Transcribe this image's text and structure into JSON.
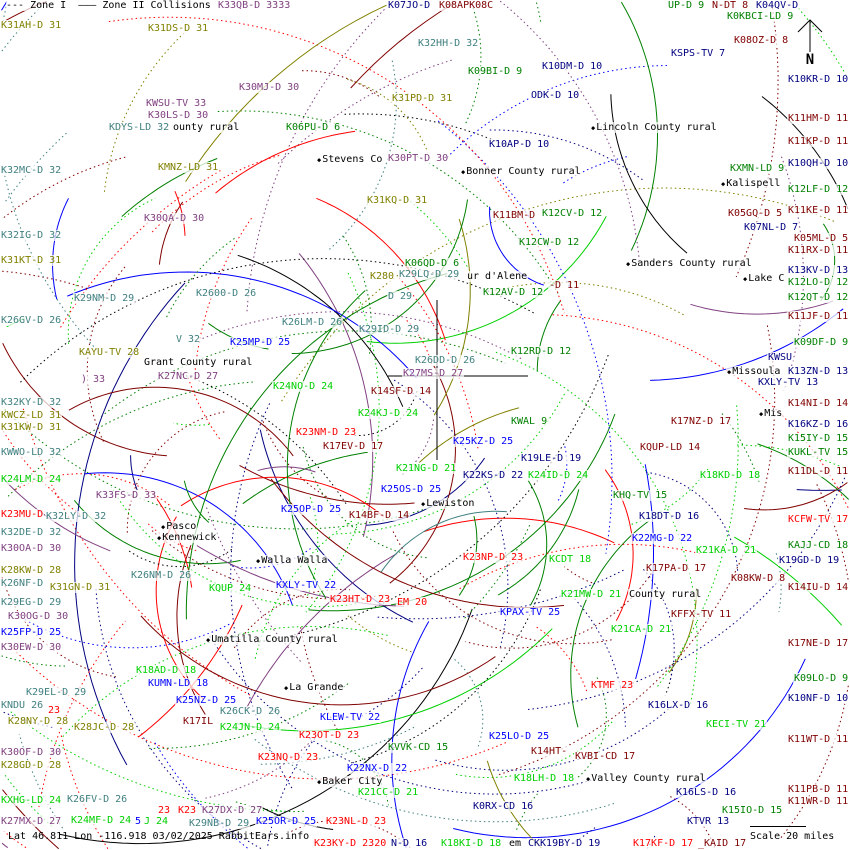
{
  "legend": {
    "zone1": "--- Zone I",
    "zone2": "——— Zone II",
    "collisions": "Collisions"
  },
  "status": {
    "lat_label": "Lat",
    "lat": "46.811",
    "lon_label": "Lon",
    "lon": "-116.918",
    "date": "03/02/2025",
    "site": "RabbitEars.info"
  },
  "scale": {
    "label": "Scale 20 miles"
  },
  "north": {
    "label": "N",
    "icon": "north-arrow-icon"
  },
  "palette": {
    "dr": "#800000",
    "r": "#ff0000",
    "b": "#0000ff",
    "n": "#000080",
    "g": "#008000",
    "l": "#00d000",
    "o": "#808000",
    "t": "#408080",
    "p": "#804080",
    "k": "#000000"
  },
  "labels": [
    {
      "t": "K31AH-D 31",
      "c": "o"
    },
    {
      "t": "K31DS-D 31",
      "c": "o"
    },
    {
      "t": "K33QB-D 3333",
      "c": "p"
    },
    {
      "t": "K07JO-D",
      "c": "n"
    },
    {
      "t": "K08APK08C",
      "c": "dr"
    },
    {
      "t": "UP-D 9",
      "c": "g"
    },
    {
      "t": "N-DT 8",
      "c": "dr"
    },
    {
      "t": "K04QV-D",
      "c": "n"
    },
    {
      "t": "K0KBCI-LD 9",
      "c": "g"
    },
    {
      "t": "K32HH-D 32",
      "c": "t"
    },
    {
      "t": "K08OZ-D 8",
      "c": "dr"
    },
    {
      "t": "KSPS-TV 7",
      "c": "n"
    },
    {
      "t": "K10KR-D 10",
      "c": "n"
    },
    {
      "t": "K09BI-D 9",
      "c": "g"
    },
    {
      "t": "K10DM-D 10",
      "c": "n"
    },
    {
      "t": "ODK-D 10",
      "c": "n"
    },
    {
      "t": "K30MJ-D 30",
      "c": "p"
    },
    {
      "t": "KWSU-TV 33",
      "c": "p"
    },
    {
      "t": "K30LS-D 30",
      "c": "p"
    },
    {
      "t": "KDYS-LD 32",
      "c": "t"
    },
    {
      "t": "ounty rural",
      "c": "k"
    },
    {
      "t": "K31PD-D 31",
      "c": "o"
    },
    {
      "t": "K06PU-D 6",
      "c": "g"
    },
    {
      "t": "K11HM-D 11",
      "c": "dr"
    },
    {
      "t": "Lincoln County rural",
      "c": "k",
      "place": true
    },
    {
      "t": "K10AP-D 10",
      "c": "n"
    },
    {
      "t": "K11KP-D 11",
      "c": "dr"
    },
    {
      "t": "Stevens Co",
      "c": "k",
      "place": true
    },
    {
      "t": "K30PT-D 30",
      "c": "p"
    },
    {
      "t": "K32MC-D 32",
      "c": "t"
    },
    {
      "t": "KMNZ-LD 31",
      "c": "o"
    },
    {
      "t": "Bonner County rural",
      "c": "k",
      "place": true
    },
    {
      "t": "K10QH-D 10",
      "c": "n"
    },
    {
      "t": "KXMN-LD 9",
      "c": "g"
    },
    {
      "t": "Kalispell",
      "c": "k",
      "place": true
    },
    {
      "t": "K12LF-D 12",
      "c": "g"
    },
    {
      "t": "K31KQ-D 31",
      "c": "o"
    },
    {
      "t": "K05GQ-D 5",
      "c": "dr"
    },
    {
      "t": "K11KE-D 11",
      "c": "dr"
    },
    {
      "t": "K30QA-D 30",
      "c": "p"
    },
    {
      "t": "K11BM-D",
      "c": "dr"
    },
    {
      "t": "K12CV-D 12",
      "c": "g"
    },
    {
      "t": "K07NL-D 7",
      "c": "n"
    },
    {
      "t": "K05ML-D 5",
      "c": "dr"
    },
    {
      "t": "K32IG-D 32",
      "c": "t"
    },
    {
      "t": "K12CW-D 12",
      "c": "g"
    },
    {
      "t": "K11RX-D 11",
      "c": "dr"
    },
    {
      "t": "K31KT-D 31",
      "c": "o"
    },
    {
      "t": "K06QD-D 6",
      "c": "g"
    },
    {
      "t": "Sanders County rural",
      "c": "k",
      "place": true
    },
    {
      "t": "K13KV-D 13",
      "c": "n"
    },
    {
      "t": "K29LQ-D 29",
      "c": "t"
    },
    {
      "t": "K280",
      "c": "o"
    },
    {
      "t": "ur d'Alene",
      "c": "k"
    },
    {
      "t": "-D 11",
      "c": "dr"
    },
    {
      "t": "K12LO-D 12",
      "c": "g"
    },
    {
      "t": "Lake C",
      "c": "k",
      "place": true
    },
    {
      "t": "K12AV-D 12",
      "c": "g"
    },
    {
      "t": "K12QT-D 12",
      "c": "g"
    },
    {
      "t": "K29NM-D 29",
      "c": "t"
    },
    {
      "t": "K2600-D 26",
      "c": "t"
    },
    {
      "t": "D 29",
      "c": "t"
    },
    {
      "t": "K26GV-D 26",
      "c": "t"
    },
    {
      "t": "K26LM-D 26",
      "c": "t"
    },
    {
      "t": "K29ID-D 29",
      "c": "t"
    },
    {
      "t": "K11JF-D 11",
      "c": "dr"
    },
    {
      "t": "K09DF-D 9",
      "c": "g"
    },
    {
      "t": "V 32",
      "c": "t"
    },
    {
      "t": "K25MP-D 25",
      "c": "b"
    },
    {
      "t": "K12RD-D 12",
      "c": "g"
    },
    {
      "t": "KAYU-TV 28",
      "c": "o"
    },
    {
      "t": "Grant County rural",
      "c": "k"
    },
    {
      "t": "K26DD-D 26",
      "c": "t"
    },
    {
      "t": "KWSU",
      "c": "n"
    },
    {
      "t": "K13ZN-D 13",
      "c": "n"
    },
    {
      "t": "K27NC-D 27",
      "c": "p"
    },
    {
      "t": "K27MS-D 27",
      "c": "p"
    },
    {
      "t": "KXLY-TV 13",
      "c": "n"
    },
    {
      "t": ") 33",
      "c": "p"
    },
    {
      "t": "Missoula",
      "c": "k",
      "place": true
    },
    {
      "t": "K14NI-D 14",
      "c": "dr"
    },
    {
      "t": "K24NO-D 24",
      "c": "l"
    },
    {
      "t": "K14SF-D 14",
      "c": "dr"
    },
    {
      "t": "K32KY-D 32",
      "c": "t"
    },
    {
      "t": "KWAL 9",
      "c": "g"
    },
    {
      "t": "Mis",
      "c": "k",
      "place": true
    },
    {
      "t": "K16KZ-D 16",
      "c": "n"
    },
    {
      "t": "KWCZ-LD 31",
      "c": "o"
    },
    {
      "t": "K24KJ-D 24",
      "c": "l"
    },
    {
      "t": "K17NZ-D 17",
      "c": "dr"
    },
    {
      "t": "K31KW-D 31",
      "c": "o"
    },
    {
      "t": "K15IY-D 15",
      "c": "g"
    },
    {
      "t": "K23NM-D 23",
      "c": "r"
    },
    {
      "t": "K25KZ-D 25",
      "c": "b"
    },
    {
      "t": "KUKL-TV 15",
      "c": "g"
    },
    {
      "t": "K17EV-D 17",
      "c": "dr"
    },
    {
      "t": "KQUP-LD 14",
      "c": "dr"
    },
    {
      "t": "KWWO-LD 32",
      "c": "t"
    },
    {
      "t": "K19LE-D 19",
      "c": "n"
    },
    {
      "t": "K24LM-D 24",
      "c": "l"
    },
    {
      "t": "K21NG-D 21",
      "c": "l"
    },
    {
      "t": "K22KS-D 22",
      "c": "n"
    },
    {
      "t": "K24ID-D 24",
      "c": "l"
    },
    {
      "t": "K11DL-D 11",
      "c": "dr"
    },
    {
      "t": "K18KD-D 18",
      "c": "l"
    },
    {
      "t": "K33FS-D 33",
      "c": "p"
    },
    {
      "t": "K25OS-D 25",
      "c": "b"
    },
    {
      "t": "KHQ-TV 15",
      "c": "g"
    },
    {
      "t": "Lewiston",
      "c": "k",
      "place": true
    },
    {
      "t": "K18DT-D 16",
      "c": "n"
    },
    {
      "t": "K25OP-D 25",
      "c": "b"
    },
    {
      "t": "K14BF-D 14",
      "c": "dr"
    },
    {
      "t": "K23MU-D",
      "c": "r"
    },
    {
      "t": "K32LY-D 32",
      "c": "t"
    },
    {
      "t": "KCFW-TV 17",
      "c": "r"
    },
    {
      "t": "Pasco",
      "c": "k",
      "place": true
    },
    {
      "t": "Kennewick",
      "c": "k",
      "place": true
    },
    {
      "t": "K32DE-D 32",
      "c": "t"
    },
    {
      "t": "K22MG-D 22",
      "c": "b"
    },
    {
      "t": "K30OA-D 30",
      "c": "p"
    },
    {
      "t": "KAJJ-CD 18",
      "c": "g"
    },
    {
      "t": "K21KA-D 21",
      "c": "l"
    },
    {
      "t": "K23NP-D 23",
      "c": "r"
    },
    {
      "t": "KCDT 18",
      "c": "l"
    },
    {
      "t": "Walla Walla",
      "c": "k",
      "place": true
    },
    {
      "t": "K19GD-D 19",
      "c": "n"
    },
    {
      "t": "K28KW-D 28",
      "c": "o"
    },
    {
      "t": "K17PA-D 17",
      "c": "dr"
    },
    {
      "t": "K26NF-D",
      "c": "t"
    },
    {
      "t": "K31GN-D 31",
      "c": "o"
    },
    {
      "t": "K26NM-D 26",
      "c": "t"
    },
    {
      "t": "K08KW-D 8",
      "c": "dr"
    },
    {
      "t": "KXLY-TV 22",
      "c": "b"
    },
    {
      "t": "KQUP 24",
      "c": "l"
    },
    {
      "t": "K14IU-D 14",
      "c": "dr"
    },
    {
      "t": "K29EG-D 29",
      "c": "t"
    },
    {
      "t": "K23HT-D 23",
      "c": "r"
    },
    {
      "t": "EM 20",
      "c": "r"
    },
    {
      "t": "K21MW-D 21",
      "c": "l"
    },
    {
      "t": "County rural",
      "c": "k"
    },
    {
      "t": "K30OG-D 30",
      "c": "p"
    },
    {
      "t": "KPAX-TV 25",
      "c": "b"
    },
    {
      "t": "KFFX-TV 11",
      "c": "dr"
    },
    {
      "t": "K25FP-D 25",
      "c": "b"
    },
    {
      "t": "K21CA-D 21",
      "c": "l"
    },
    {
      "t": "Umatilla County rural",
      "c": "k",
      "place": true
    },
    {
      "t": "K30EW-D 30",
      "c": "p"
    },
    {
      "t": "K17NE-D 17",
      "c": "dr"
    },
    {
      "t": "K18AD-D 18",
      "c": "l"
    },
    {
      "t": "KUMN-LD 18",
      "c": "b"
    },
    {
      "t": "K09LO-D 9",
      "c": "g"
    },
    {
      "t": "KTMF 23",
      "c": "r"
    },
    {
      "t": "K25NZ-D 25",
      "c": "b"
    },
    {
      "t": "La Grande",
      "c": "k",
      "place": true
    },
    {
      "t": "K29EL-D 29",
      "c": "t"
    },
    {
      "t": "K10NF-D 10",
      "c": "n"
    },
    {
      "t": "KNDU 26",
      "c": "t"
    },
    {
      "t": "23",
      "c": "r"
    },
    {
      "t": "K16LX-D 16",
      "c": "n"
    },
    {
      "t": "K17IL",
      "c": "dr"
    },
    {
      "t": "K26CK-D 26",
      "c": "t"
    },
    {
      "t": "KLEW-TV 22",
      "c": "b"
    },
    {
      "t": "K28NY-D 28",
      "c": "o"
    },
    {
      "t": "K28JC-D 28",
      "c": "o"
    },
    {
      "t": "K24JN-D 24",
      "c": "l"
    },
    {
      "t": "KECI-TV 21",
      "c": "l"
    },
    {
      "t": "K23OT-D 23",
      "c": "r"
    },
    {
      "t": "KVVK-CD 15",
      "c": "g"
    },
    {
      "t": "K25LO-D 25",
      "c": "b"
    },
    {
      "t": "K11WT-D 11",
      "c": "dr"
    },
    {
      "t": "K14HT-",
      "c": "dr"
    },
    {
      "t": "KVBI-CD 17",
      "c": "dr"
    },
    {
      "t": "K30OF-D 30",
      "c": "p"
    },
    {
      "t": "K23NQ-D 23",
      "c": "r"
    },
    {
      "t": "K22NX-D 22",
      "c": "b"
    },
    {
      "t": "K28GD-D 28",
      "c": "o"
    },
    {
      "t": "K18LH-D 18",
      "c": "l"
    },
    {
      "t": "Valley County rural",
      "c": "k",
      "place": true
    },
    {
      "t": "Baker City",
      "c": "k",
      "place": true
    },
    {
      "t": "K16LS-D 16",
      "c": "n"
    },
    {
      "t": "K21CC-D 21",
      "c": "l"
    },
    {
      "t": "KXHG-LD 24",
      "c": "l"
    },
    {
      "t": "K0RX-CD 16",
      "c": "n"
    },
    {
      "t": "K11WR-D 11",
      "c": "dr"
    },
    {
      "t": "K29NB-D 29",
      "c": "t"
    },
    {
      "t": "KTVR 13",
      "c": "n"
    },
    {
      "t": "K23NL-D 23",
      "c": "r"
    },
    {
      "t": "K11PB-D 11",
      "c": "dr"
    },
    {
      "t": "K24MF-D 24",
      "c": "l"
    },
    {
      "t": "K27MX-D 27",
      "c": "p"
    },
    {
      "t": "K26FV-D 26",
      "c": "t"
    },
    {
      "t": "5",
      "c": "b"
    },
    {
      "t": "J 24",
      "c": "l"
    },
    {
      "t": "23",
      "c": "r"
    },
    {
      "t": "K23",
      "c": "r"
    },
    {
      "t": "K27DX-D 27",
      "c": "p"
    },
    {
      "t": "K25OR-D 25",
      "c": "b"
    },
    {
      "t": "K23KY-D 2320",
      "c": "r"
    },
    {
      "t": "N-D 16",
      "c": "n"
    },
    {
      "t": "K18KI-D 18",
      "c": "l"
    },
    {
      "t": "em",
      "c": "k"
    },
    {
      "t": "CKK19BY-D 19",
      "c": "n"
    },
    {
      "t": "K17KF-D 17",
      "c": "r"
    },
    {
      "t": "_KAID 17",
      "c": "dr"
    },
    {
      "t": "K15IO-D 15",
      "c": "g"
    }
  ]
}
